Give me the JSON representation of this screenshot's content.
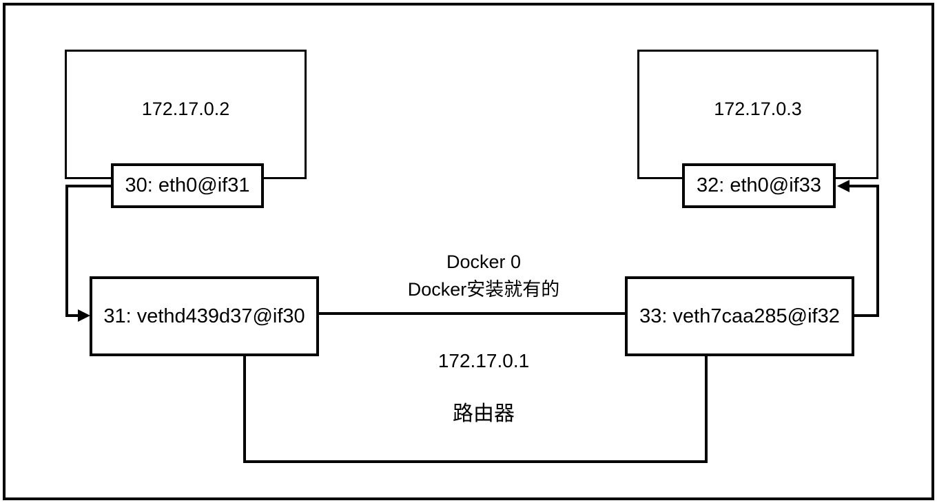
{
  "colors": {
    "line": "#000000",
    "background": "#ffffff"
  },
  "containers": {
    "left": {
      "ip": "172.17.0.2",
      "interface": "30: eth0@if31"
    },
    "right": {
      "ip": "172.17.0.3",
      "interface": "32: eth0@if33"
    }
  },
  "bridge": {
    "veth_left": "31: vethd439d37@if30",
    "veth_right": "33: veth7caa285@if32",
    "name": "Docker 0",
    "note": "Docker安装就有的",
    "ip": "172.17.0.1",
    "role": "路由器"
  }
}
